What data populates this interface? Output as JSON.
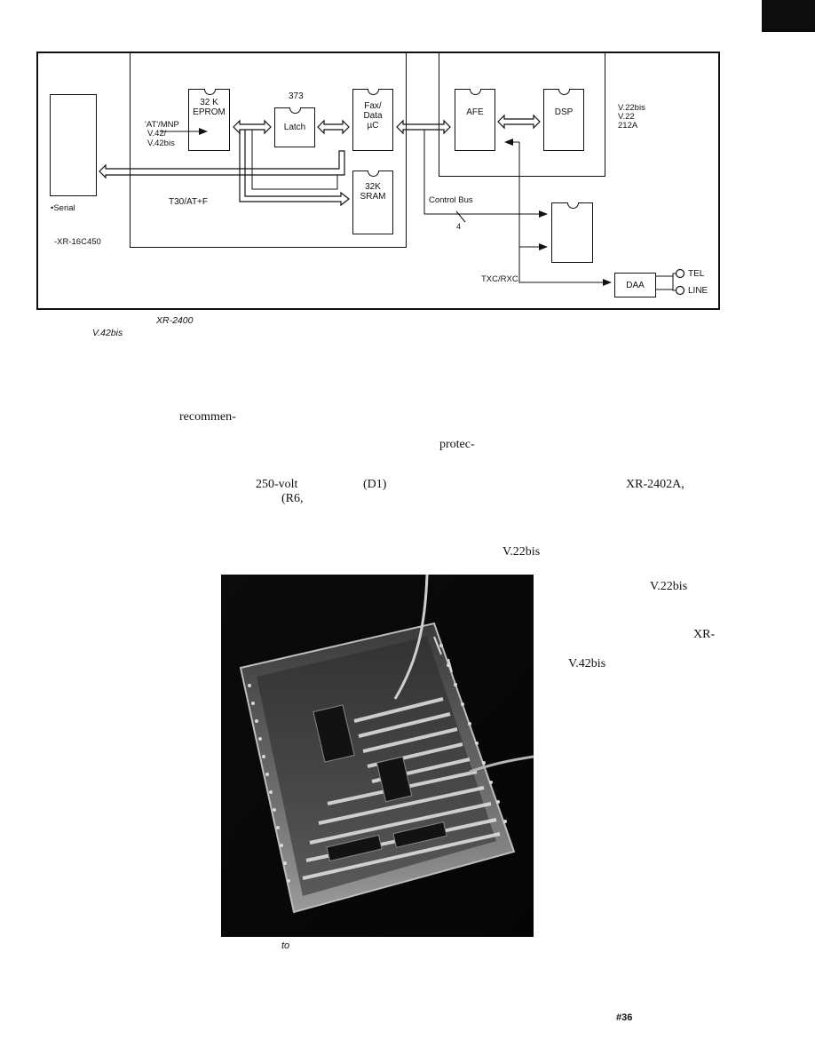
{
  "diagram": {
    "eprom": {
      "line1": "32 K",
      "line2": "EPROM"
    },
    "latch": {
      "part": "373",
      "label": "Latch"
    },
    "uc": {
      "line1": "Fax/",
      "line2": "Data",
      "line3": "µC"
    },
    "sram": {
      "line1": "32K",
      "line2": "SRAM"
    },
    "afe": {
      "label": "AFE"
    },
    "dsp": {
      "label": "DSP"
    },
    "daa": {
      "label": "DAA"
    },
    "protocols": {
      "line1": "'AT'/MNP",
      "line2": "V.42/",
      "line3": "V.42bis"
    },
    "t30": "T30/AT+F",
    "serial": "•Serial",
    "uart": "-XR-16C450",
    "control_bus": "Control Bus",
    "bus_width": "4",
    "txc_rxc": "TXC/RXC",
    "standards": [
      "V.22bis",
      "V.22",
      "212A"
    ],
    "tel": "TEL",
    "line": "LINE"
  },
  "caption": {
    "fragment1": "XR-2400",
    "fragment2": "V.42bis",
    "photo": "to"
  },
  "body": [
    "recommen-",
    "protec-",
    "250-volt",
    "(D1)",
    "XR-2402A,",
    "(R6,",
    "V.22bis",
    "V.22bis",
    "XR-",
    "V.42bis"
  ],
  "page": {
    "number": "#36"
  }
}
